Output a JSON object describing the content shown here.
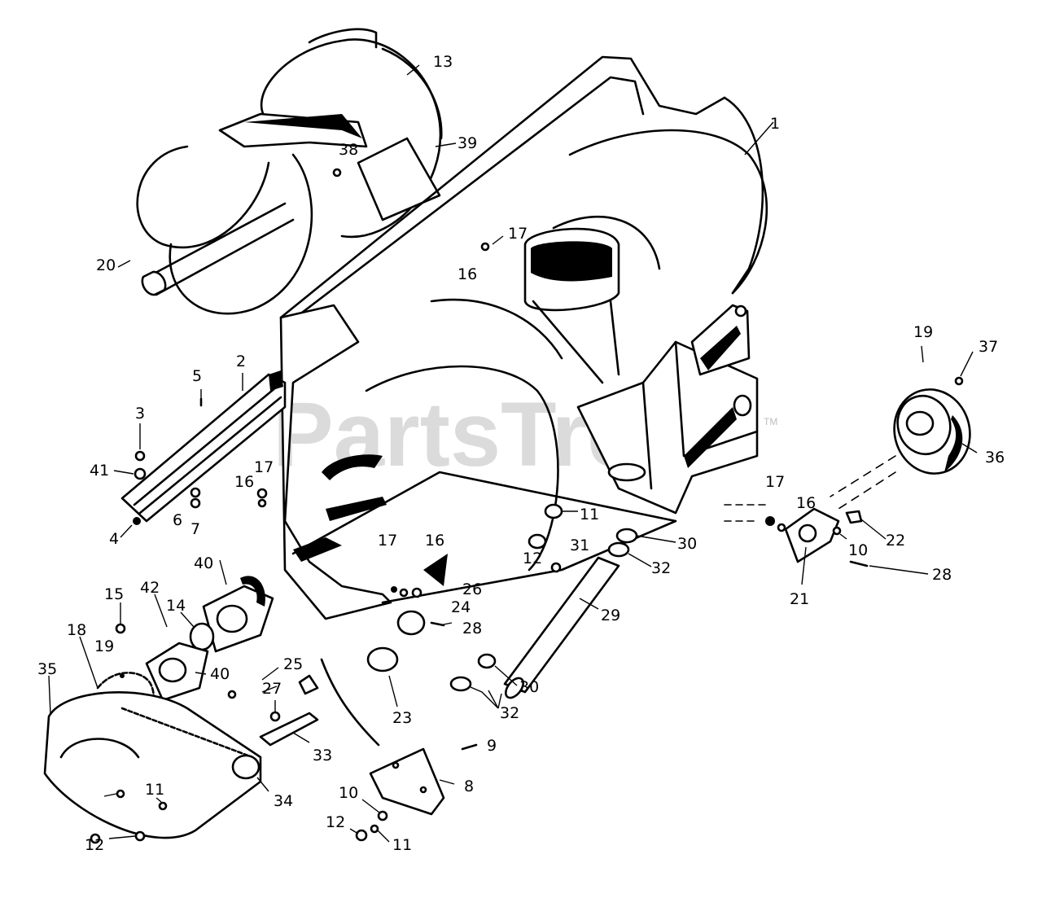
{
  "watermark": {
    "text": "PartsTree",
    "tm": "TM"
  },
  "callouts": [
    {
      "id": "c-13",
      "text": "13"
    },
    {
      "id": "c-1",
      "text": "1"
    },
    {
      "id": "c-39",
      "text": "39"
    },
    {
      "id": "c-38",
      "text": "38"
    },
    {
      "id": "c-20",
      "text": "20"
    },
    {
      "id": "c-17a",
      "text": "17"
    },
    {
      "id": "c-16a",
      "text": "16"
    },
    {
      "id": "c-19a",
      "text": "19"
    },
    {
      "id": "c-37",
      "text": "37"
    },
    {
      "id": "c-36",
      "text": "36"
    },
    {
      "id": "c-5",
      "text": "5"
    },
    {
      "id": "c-2",
      "text": "2"
    },
    {
      "id": "c-3",
      "text": "3"
    },
    {
      "id": "c-41",
      "text": "41"
    },
    {
      "id": "c-17b",
      "text": "17"
    },
    {
      "id": "c-16b",
      "text": "16"
    },
    {
      "id": "c-6",
      "text": "6"
    },
    {
      "id": "c-7",
      "text": "7"
    },
    {
      "id": "c-4",
      "text": "4"
    },
    {
      "id": "c-17c",
      "text": "17"
    },
    {
      "id": "c-16c",
      "text": "16"
    },
    {
      "id": "c-10a",
      "text": "10"
    },
    {
      "id": "c-22",
      "text": "22"
    },
    {
      "id": "c-21",
      "text": "21"
    },
    {
      "id": "c-28a",
      "text": "28"
    },
    {
      "id": "c-11a",
      "text": "11"
    },
    {
      "id": "c-12a",
      "text": "12"
    },
    {
      "id": "c-31",
      "text": "31"
    },
    {
      "id": "c-30a",
      "text": "30"
    },
    {
      "id": "c-32a",
      "text": "32"
    },
    {
      "id": "c-40a",
      "text": "40"
    },
    {
      "id": "c-17d",
      "text": "17"
    },
    {
      "id": "c-16d",
      "text": "16"
    },
    {
      "id": "c-26",
      "text": "26"
    },
    {
      "id": "c-24",
      "text": "24"
    },
    {
      "id": "c-28b",
      "text": "28"
    },
    {
      "id": "c-29",
      "text": "29"
    },
    {
      "id": "c-15",
      "text": "15"
    },
    {
      "id": "c-42",
      "text": "42"
    },
    {
      "id": "c-14",
      "text": "14"
    },
    {
      "id": "c-18",
      "text": "18"
    },
    {
      "id": "c-19b",
      "text": "19"
    },
    {
      "id": "c-40b",
      "text": "40"
    },
    {
      "id": "c-35",
      "text": "35"
    },
    {
      "id": "c-25",
      "text": "25"
    },
    {
      "id": "c-27",
      "text": "27"
    },
    {
      "id": "c-30b",
      "text": "30"
    },
    {
      "id": "c-23",
      "text": "23"
    },
    {
      "id": "c-32b",
      "text": "32"
    },
    {
      "id": "c-33",
      "text": "33"
    },
    {
      "id": "c-9",
      "text": "9"
    },
    {
      "id": "c-8",
      "text": "8"
    },
    {
      "id": "c-34",
      "text": "34"
    },
    {
      "id": "c-11b",
      "text": "11"
    },
    {
      "id": "c-10b",
      "text": "10"
    },
    {
      "id": "c-12b",
      "text": "12"
    },
    {
      "id": "c-11c",
      "text": "11"
    },
    {
      "id": "c-12c",
      "text": "12"
    }
  ]
}
